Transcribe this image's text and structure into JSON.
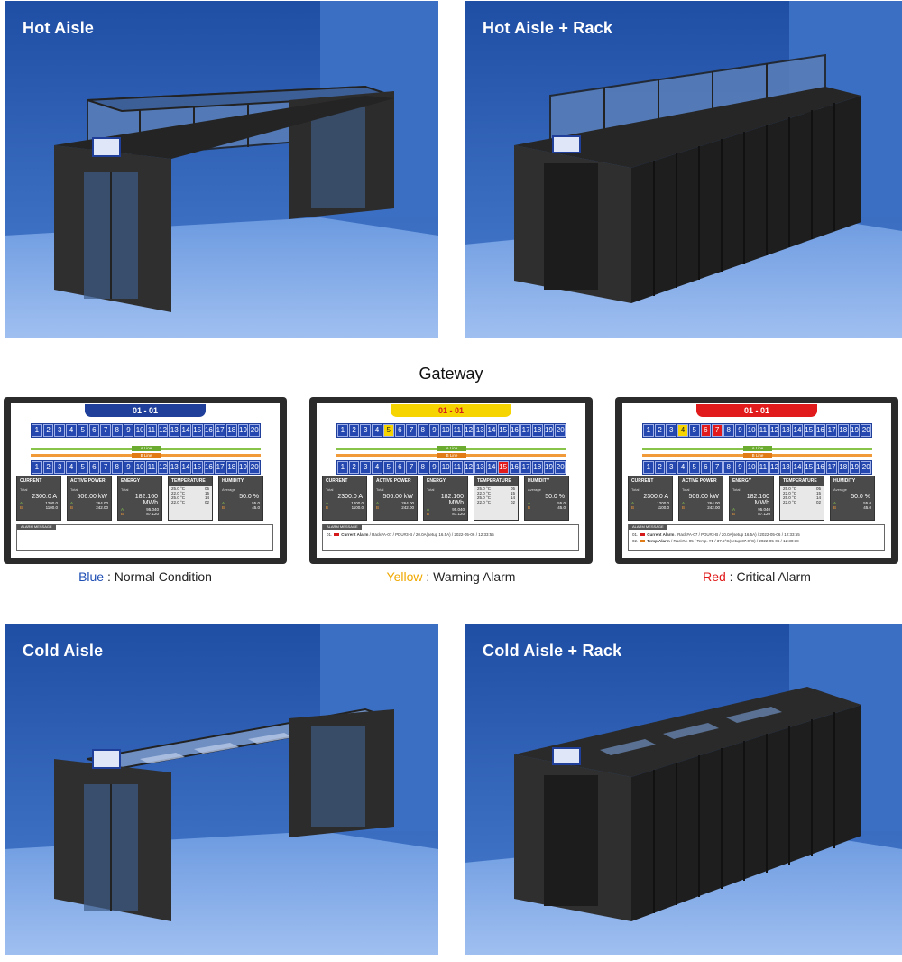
{
  "photos": {
    "hot_aisle": {
      "title": "Hot Aisle"
    },
    "hot_aisle_rack": {
      "title": "Hot Aisle + Rack"
    },
    "cold_aisle": {
      "title": "Cold Aisle"
    },
    "cold_aisle_rack": {
      "title": "Cold Aisle + Rack"
    }
  },
  "gateway": {
    "title": "Gateway",
    "panels": [
      {
        "header": "01 - 01",
        "header_color": "#1f3f9a",
        "header_text_color": "#ffffff",
        "top_row": [
          "1",
          "2",
          "3",
          "4",
          "5",
          "6",
          "7",
          "8",
          "9",
          "10",
          "11",
          "12",
          "13",
          "14",
          "15",
          "16",
          "17",
          "18",
          "19",
          "20"
        ],
        "bottom_row": [
          "1",
          "2",
          "3",
          "4",
          "5",
          "6",
          "7",
          "8",
          "9",
          "10",
          "11",
          "12",
          "13",
          "14",
          "15",
          "16",
          "17",
          "18",
          "19",
          "20"
        ],
        "line_a": "A Line",
        "line_b": "B Line",
        "current": {
          "label": "CURRENT",
          "sub": "Total",
          "value": "2300.0 A",
          "a": "1200.0",
          "b": "1100.0"
        },
        "power": {
          "label": "ACTIVE POWER",
          "sub": "Total",
          "value": "506.00 kW",
          "a": "264.00",
          "b": "242.00"
        },
        "energy": {
          "label": "ENERGY",
          "sub": "Total",
          "value": "182.160 MWh",
          "a": "95.040",
          "b": "87.120"
        },
        "temperature": {
          "label": "TEMPERATURE",
          "a1": "25.0 °C",
          "a1n": "05",
          "a2": "22.0 °C",
          "a2n": "15",
          "b1": "25.0 °C",
          "b1n": "14",
          "b2": "22.0 °C",
          "b2n": "02"
        },
        "humidity": {
          "label": "HUMIDITY",
          "sub": "Average",
          "value": "50.0 %",
          "a": "55.0",
          "b": "45.0"
        },
        "alarm_title": "ALARM MESSAGE",
        "alarms": [],
        "caption_color_word": "Blue",
        "caption_color": "#1f4fb4",
        "caption_rest": " : Normal Condition"
      },
      {
        "header": "01 - 01",
        "header_color": "#f6d400",
        "header_text_color": "#d41a1a",
        "top_row": [
          "1",
          "2",
          "3",
          "4",
          "5",
          "6",
          "7",
          "8",
          "9",
          "10",
          "11",
          "12",
          "13",
          "14",
          "15",
          "16",
          "17",
          "18",
          "19",
          "20"
        ],
        "bottom_row": [
          "1",
          "2",
          "3",
          "4",
          "5",
          "6",
          "7",
          "8",
          "9",
          "10",
          "11",
          "12",
          "13",
          "14",
          "15",
          "16",
          "17",
          "18",
          "19",
          "20"
        ],
        "line_a": "A Line",
        "line_b": "B Line",
        "current": {
          "label": "CURRENT",
          "sub": "Total",
          "value": "2300.0 A",
          "a": "1200.0",
          "b": "1100.0"
        },
        "power": {
          "label": "ACTIVE POWER",
          "sub": "Total",
          "value": "506.00 kW",
          "a": "264.00",
          "b": "242.00"
        },
        "energy": {
          "label": "ENERGY",
          "sub": "Total",
          "value": "182.160 MWh",
          "a": "95.040",
          "b": "87.120"
        },
        "temperature": {
          "label": "TEMPERATURE",
          "a1": "25.0 °C",
          "a1n": "05",
          "a2": "22.0 °C",
          "a2n": "15",
          "b1": "25.0 °C",
          "b1n": "14",
          "b2": "22.0 °C",
          "b2n": "02"
        },
        "humidity": {
          "label": "HUMIDITY",
          "sub": "Average",
          "value": "50.0 %",
          "a": "55.0",
          "b": "45.0"
        },
        "alarm_title": "ALARM MESSAGE",
        "alarms": [
          {
            "no": "01.",
            "type": "Current Alarm",
            "color": "#d41a1a",
            "text": "/ Rack#A-07 / PDU#3-B / 20.0A(setup 16.5A) / 2022-05-06 / 12:33:55"
          }
        ],
        "caption_color_word": "Yellow",
        "caption_color": "#f0a800",
        "caption_rest": " : Warning Alarm"
      },
      {
        "header": "01 - 01",
        "header_color": "#e11b1b",
        "header_text_color": "#ffffff",
        "top_row": [
          "1",
          "2",
          "3",
          "4",
          "5",
          "6",
          "7",
          "8",
          "9",
          "10",
          "11",
          "12",
          "13",
          "14",
          "15",
          "16",
          "17",
          "18",
          "19",
          "20"
        ],
        "bottom_row": [
          "1",
          "2",
          "3",
          "4",
          "5",
          "6",
          "7",
          "8",
          "9",
          "10",
          "11",
          "12",
          "13",
          "14",
          "15",
          "16",
          "17",
          "18",
          "19",
          "20"
        ],
        "line_a": "A Line",
        "line_b": "B Line",
        "current": {
          "label": "CURRENT",
          "sub": "Total",
          "value": "2300.0 A",
          "a": "1200.0",
          "b": "1100.0"
        },
        "power": {
          "label": "ACTIVE POWER",
          "sub": "Total",
          "value": "506.00 kW",
          "a": "264.00",
          "b": "242.00"
        },
        "energy": {
          "label": "ENERGY",
          "sub": "Total",
          "value": "182.160 MWh",
          "a": "95.040",
          "b": "87.120"
        },
        "temperature": {
          "label": "TEMPERATURE",
          "a1": "25.0 °C",
          "a1n": "05",
          "a2": "22.0 °C",
          "a2n": "15",
          "b1": "25.0 °C",
          "b1n": "14",
          "b2": "22.0 °C",
          "b2n": "02"
        },
        "humidity": {
          "label": "HUMIDITY",
          "sub": "Average",
          "value": "50.0 %",
          "a": "55.0",
          "b": "45.0"
        },
        "alarm_title": "ALARM MESSAGE",
        "alarms": [
          {
            "no": "01.",
            "type": "Current Alarm",
            "color": "#d41a1a",
            "text": "/ Rack#A-07 / PDU#3-B / 20.0A(setup 16.5A) / 2022-05-06 / 12:33:55"
          },
          {
            "no": "02.",
            "type": "Temp Alarm",
            "color": "#e07b16",
            "text": "/ Rack#A-05 / Temp. #1 / 37.5°C(setup 37.0°C) / 2022-05-06 / 12:30:38"
          }
        ],
        "caption_color_word": "Red",
        "caption_color": "#e11b1b",
        "caption_rest": " : Critical Alarm"
      }
    ]
  }
}
